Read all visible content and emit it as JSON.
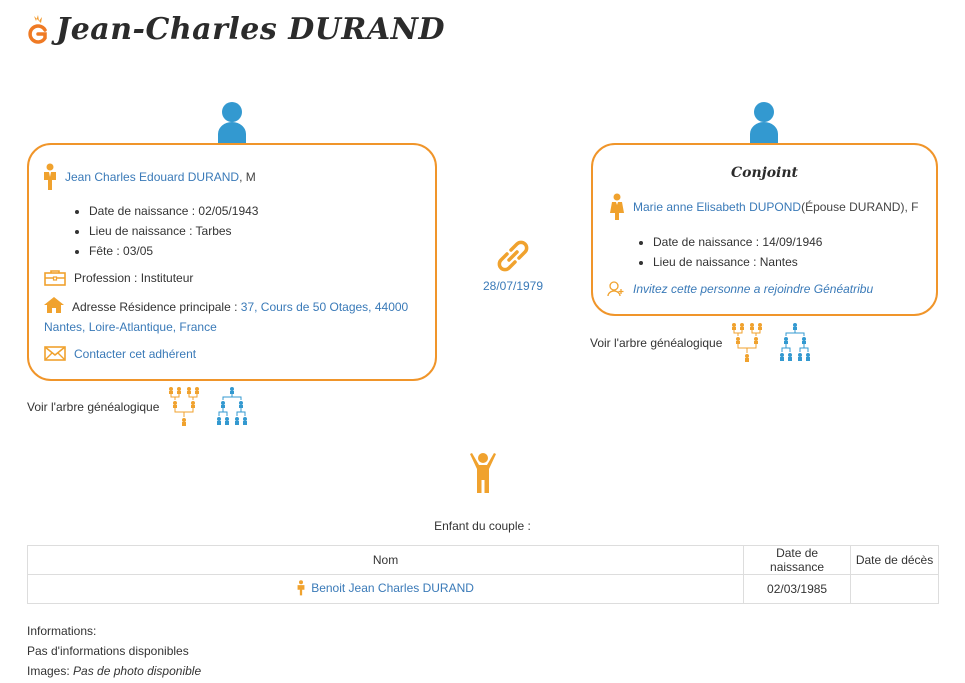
{
  "page": {
    "title": "Jean-Charles DURAND",
    "logo_icon": "geneatribu-flame-logo-icon"
  },
  "person": {
    "avatar_icon": "person-avatar-icon",
    "gender_icon": "male-icon",
    "name": "Jean Charles Edouard DURAND",
    "gender_suffix": ", M",
    "facts": [
      "Date de naissance : 02/05/1943",
      "Lieu de naissance : Tarbes",
      "Fête : 03/05"
    ],
    "profession_icon": "briefcase-icon",
    "profession": "Profession : Instituteur",
    "address_icon": "home-icon",
    "address_label": "Adresse Résidence principale :",
    "address_line1": "37, Cours de 50 Otages, 44000",
    "address_line2": "Nantes, Loire-Atlantique, France",
    "contact_icon": "envelope-icon",
    "contact_label": "Contacter cet adhérent",
    "tree_label": "Voir l'arbre généalogique"
  },
  "marriage": {
    "icon": "link-chain-icon",
    "date": "28/07/1979"
  },
  "spouse": {
    "avatar_icon": "person-avatar-icon",
    "section_title": "Conjoint",
    "gender_icon": "female-icon",
    "name": "Marie anne Elisabeth DUPOND",
    "name_suffix": " (Épouse DURAND), F",
    "facts": [
      "Date de naissance : 14/09/1946",
      "Lieu de naissance : Nantes"
    ],
    "invite_icon": "add-user-icon",
    "invite_label": "Invitez cette personne a rejoindre Généatribu",
    "tree_label": "Voir l'arbre généalogique"
  },
  "children": {
    "icon": "child-icon",
    "caption": "Enfant du couple :",
    "columns": [
      "Nom",
      "Date de naissance",
      "Date de décès"
    ],
    "rows": [
      {
        "name": "Benoit Jean Charles DURAND",
        "gender_icon": "male-icon",
        "birth": "02/03/1985",
        "death": ""
      }
    ]
  },
  "info": {
    "informations_label": "Informations:",
    "informations_value": "Pas d'informations disponibles",
    "images_label": "Images: ",
    "images_value": "Pas de photo disponible"
  },
  "colors": {
    "accent_orange": "#f0952a",
    "icon_orange": "#f0a22e",
    "avatar_blue": "#3399d0",
    "link_blue": "#3a7ab8",
    "text": "#333333"
  }
}
